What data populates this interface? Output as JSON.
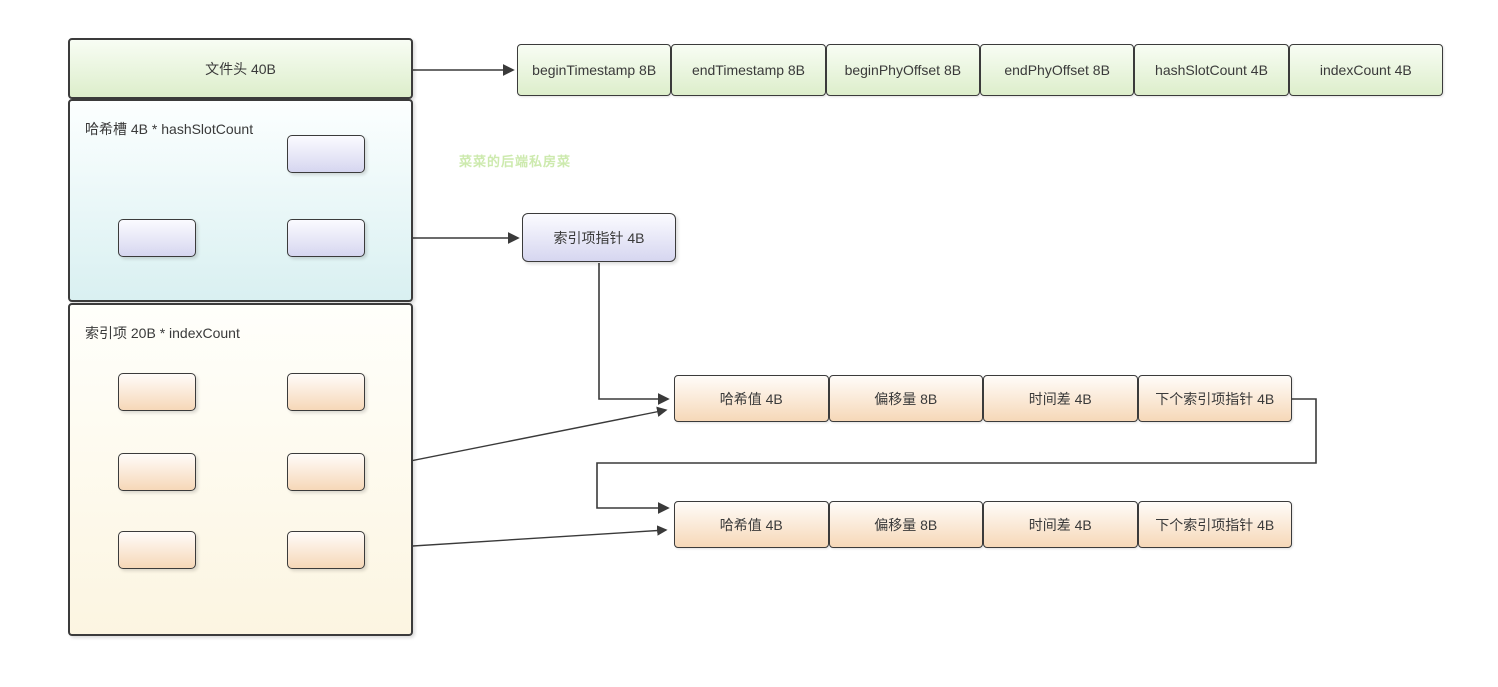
{
  "diagram": {
    "watermark": "菜菜的后端私房菜",
    "left_panel": {
      "file_header": {
        "label": "文件头 40B"
      },
      "hash_slot_section": {
        "label": "哈希槽 4B * hashSlotCount",
        "slot_box_count": 3
      },
      "index_item_section": {
        "label": "索引项 20B * indexCount",
        "item_box_count": 6
      }
    },
    "file_header_fields": [
      "beginTimestamp 8B",
      "endTimestamp 8B",
      "beginPhyOffset 8B",
      "endPhyOffset 8B",
      "hashSlotCount 4B",
      "indexCount 4B"
    ],
    "slot_pointer_label": "索引项指针 4B",
    "index_records": [
      {
        "fields": [
          "哈希值 4B",
          "偏移量 8B",
          "时间差 4B",
          "下个索引项指针 4B"
        ]
      },
      {
        "fields": [
          "哈希值 4B",
          "偏移量 8B",
          "时间差 4B",
          "下个索引项指针 4B"
        ]
      }
    ],
    "colors": {
      "border": "#3b3b3b",
      "green_top": "#f8fdf4",
      "green_bottom": "#ddeecb",
      "cyan_top": "#fcffff",
      "cyan_bottom": "#d9f0f1",
      "cream_top": "#fffffb",
      "cream_bottom": "#fcf5e1",
      "purple_top": "#fbfbff",
      "purple_bottom": "#d6d6f0",
      "orange_top": "#fffcf9",
      "orange_bottom": "#f6d8b8",
      "watermark": "#cdeaae",
      "connector": "#3a3a3a"
    }
  }
}
